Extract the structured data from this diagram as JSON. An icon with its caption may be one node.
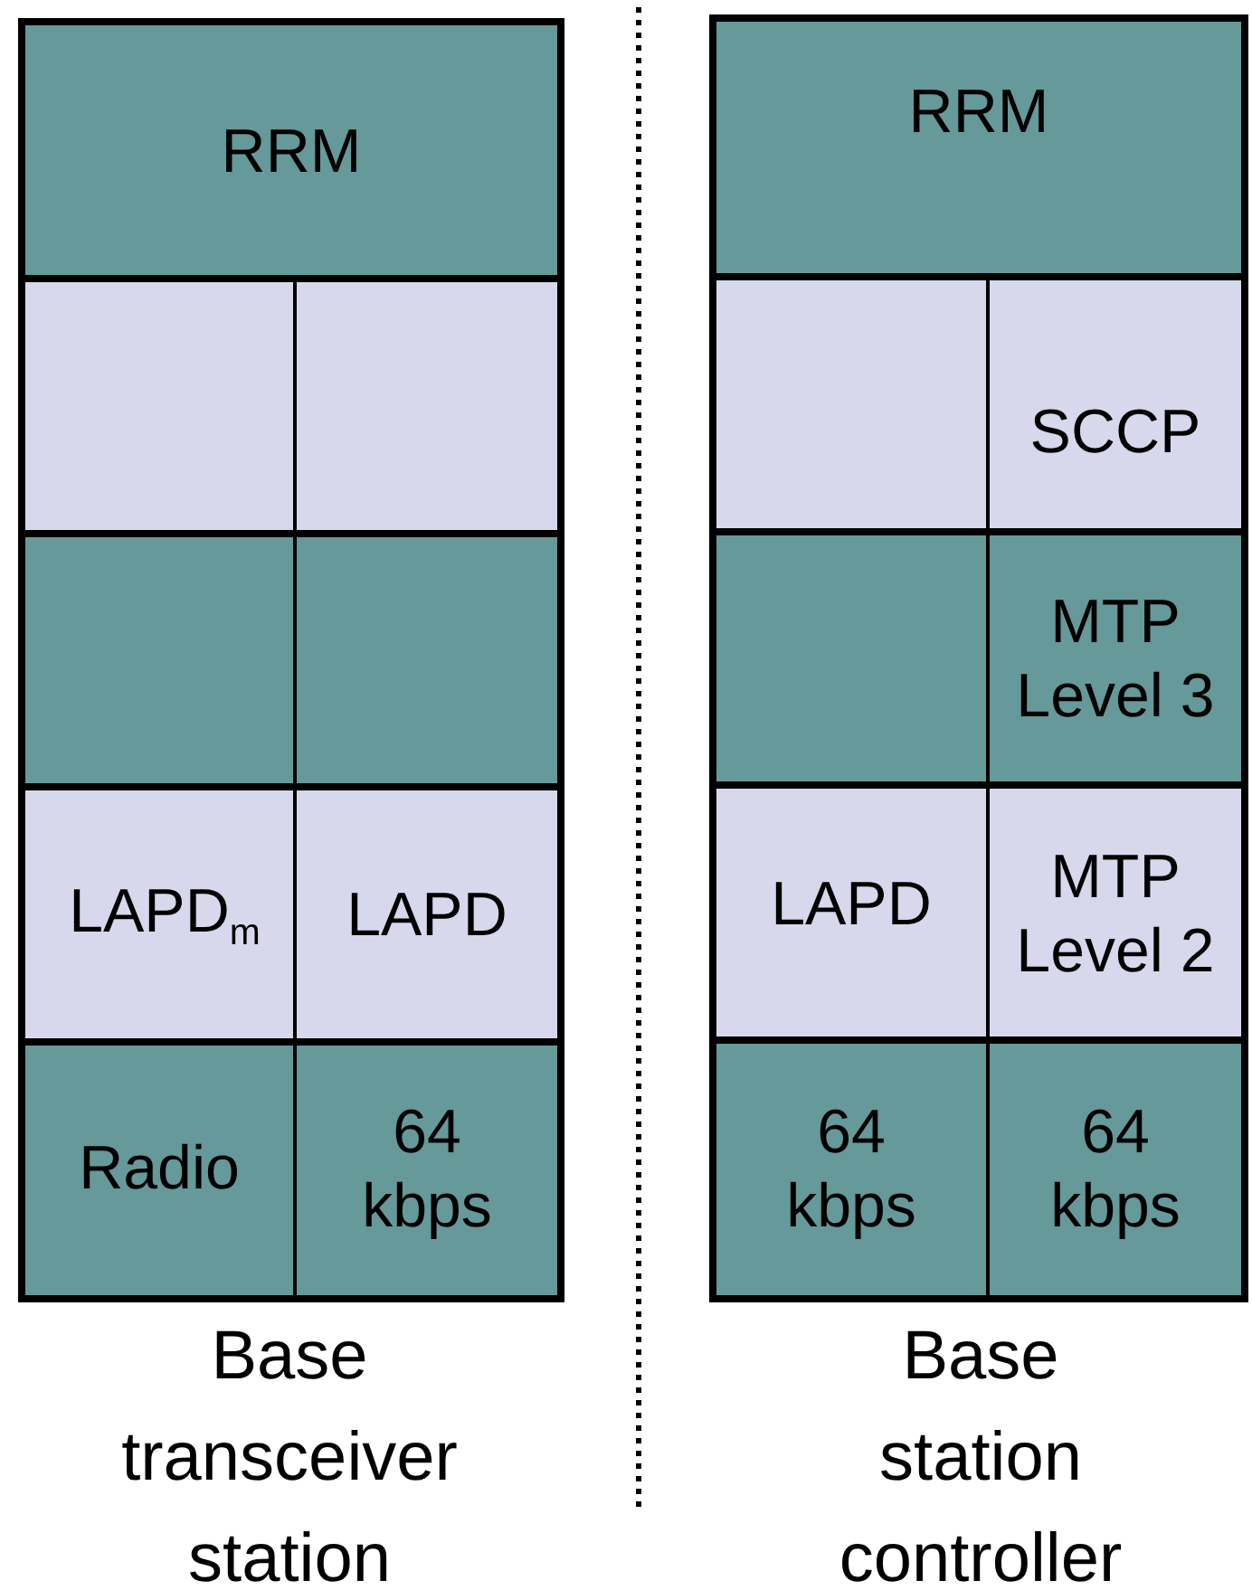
{
  "diagram": {
    "nodes": [
      {
        "text": [
          "RRM"
        ]
      },
      {
        "text": [],
        "shape": "box"
      },
      {
        "text": [],
        "shape": "box"
      },
      {
        "text": [],
        "shape": "box"
      },
      {
        "text": [],
        "shape": "box"
      },
      {
        "text": [
          "LAPD$_{m}$"
        ]
      },
      {
        "text": [
          "LAPD"
        ]
      },
      {
        "text": [
          "Radio"
        ]
      },
      {
        "text": [
          "64 kbps"
        ]
      },
      {
        "text": [
          "RRM"
        ]
      },
      {
        "text": [],
        "shape": "box"
      },
      {
        "text": [
          "SCCP"
        ]
      },
      {
        "text": [],
        "shape": "box"
      },
      {
        "text": [
          "MTP Level 3"
        ]
      },
      {
        "text": [
          "LAPD"
        ]
      },
      {
        "text": [
          "MTP Level 2"
        ]
      },
      {
        "text": [
          "64 kbps"
        ]
      },
      {
        "text": [
          "64 kbps"
        ]
      }
    ],
    "labels": [
      "Base transceiver station",
      "Base station controller"
    ]
  }
}
